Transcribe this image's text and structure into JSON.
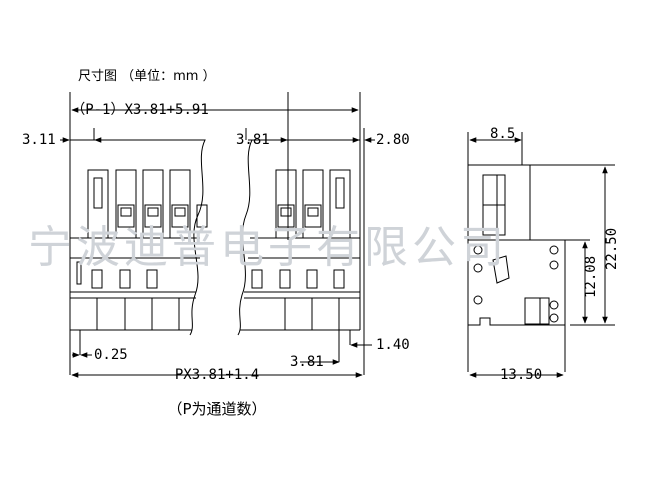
{
  "header": {
    "title": "尺寸图  （单位：mm ）"
  },
  "dimensions": {
    "overall_top": "（P-1）X3.81+5.91",
    "left_offset": "3.11",
    "pitch_top": "3.81",
    "right_offset": "2.80",
    "bottom_gap": "0.25",
    "pitch_bottom": "3.81",
    "pin_width": "1.40",
    "overall_bottom": "PX3.81+1.4",
    "side_top_width": "8.5",
    "side_mid_height": "12.08",
    "side_total_height": "22.50",
    "side_bottom_width": "13.50"
  },
  "caption": "（P为通道数）",
  "watermark": "宁波迪普电子有限公司",
  "colors": {
    "line": "#000000",
    "watermark": "#cfd3d8"
  }
}
